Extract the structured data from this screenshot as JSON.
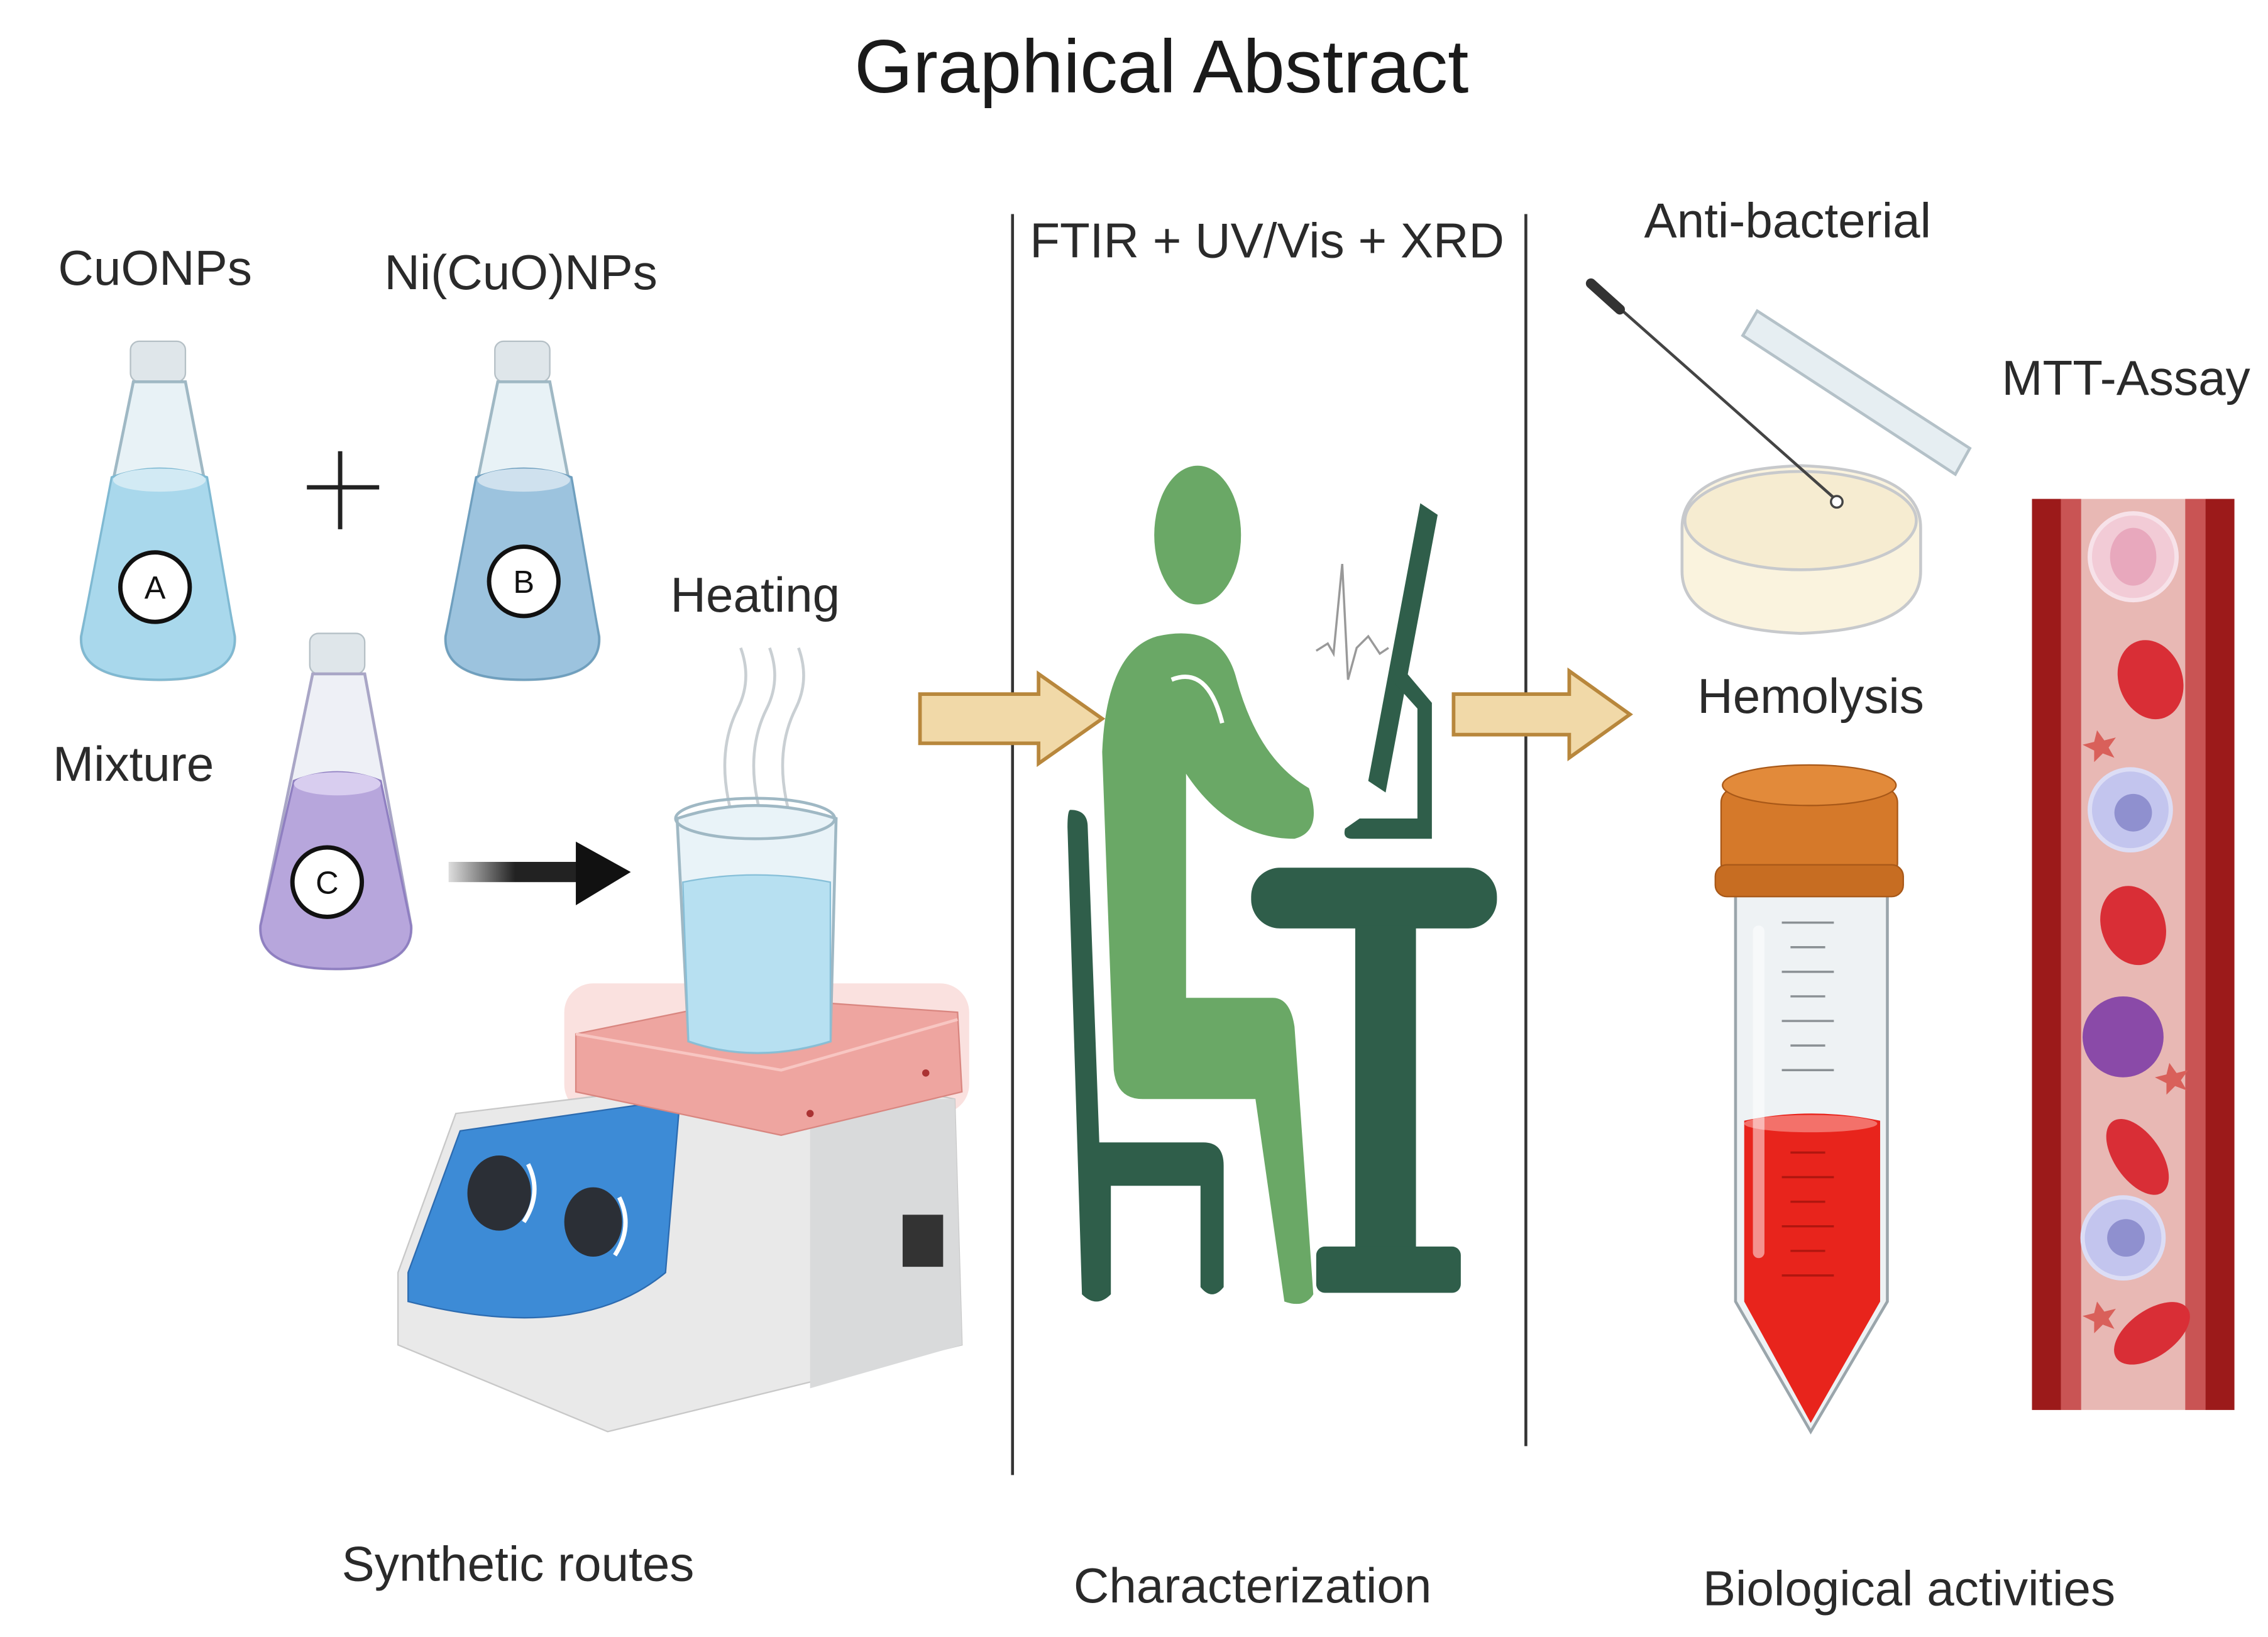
{
  "title": "Graphical Abstract",
  "sections": [
    {
      "id": "synthesis",
      "caption": "Synthetic routes",
      "items": [
        {
          "label": "CuONPs",
          "flask_letter": "A",
          "color": "#a9d8ec"
        },
        {
          "label": "Ni(CuO)NPs",
          "flask_letter": "B",
          "color": "#9cc3de"
        },
        {
          "label": "Mixture",
          "flask_letter": "C",
          "color": "#b7a6dc"
        }
      ],
      "operator": "+",
      "heating_label": "Heating"
    },
    {
      "id": "characterization",
      "caption": "Characterization",
      "techniques": "FTIR + UV/Vis + XRD"
    },
    {
      "id": "biological",
      "caption": "Biological activities",
      "assays": [
        "Anti-bacterial",
        "Hemolysis",
        "MTT-Assay"
      ]
    }
  ],
  "colors": {
    "figure_light_green": "#6aa866",
    "figure_dark_green": "#2f5e4a",
    "flow_arrow_fill": "#f1d9a8",
    "flow_arrow_stroke": "#b8873c",
    "hotplate_top": "#eea5a0",
    "hotplate_panel": "#3d8bd6",
    "tube_cap": "#d5792a",
    "blood": "#e8241c",
    "vessel_wall": "#9c1a1a"
  }
}
